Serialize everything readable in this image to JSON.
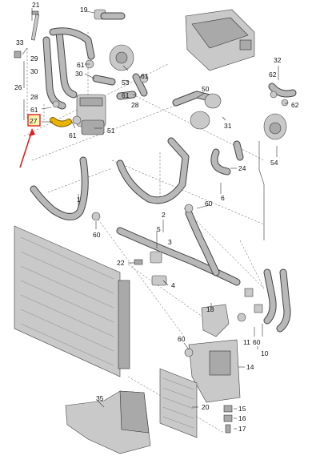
{
  "labels": {
    "l21": "21",
    "l19": "19",
    "l33": "33",
    "l61a": "61",
    "l29": "29",
    "l30a": "30",
    "l26": "26",
    "l28a": "28",
    "l61b": "61",
    "l27": "27",
    "l61c": "61",
    "l51": "51",
    "l61d": "61",
    "l30b": "30",
    "l53": "53",
    "l61e": "61",
    "l28b": "28",
    "l50": "50",
    "l31": "31",
    "l32": "32",
    "l62a": "62",
    "l62b": "62",
    "l54": "54",
    "l24": "24",
    "l1": "1",
    "l60a": "60",
    "l6": "6",
    "l60b": "60",
    "l2": "2",
    "l5": "5",
    "l3": "3",
    "l22": "22",
    "l4": "4",
    "l18": "18",
    "l60c": "60",
    "l11": "11",
    "l60d": "60",
    "l10": "10",
    "l14": "14",
    "l35": "35",
    "l20": "20",
    "l15": "15",
    "l16": "16",
    "l17": "17"
  },
  "highlight": {
    "part": "27",
    "color": "#e8b400",
    "arrow_color": "#e02020"
  },
  "colors": {
    "part_fill": "#c9c9c9",
    "line": "#444444"
  }
}
